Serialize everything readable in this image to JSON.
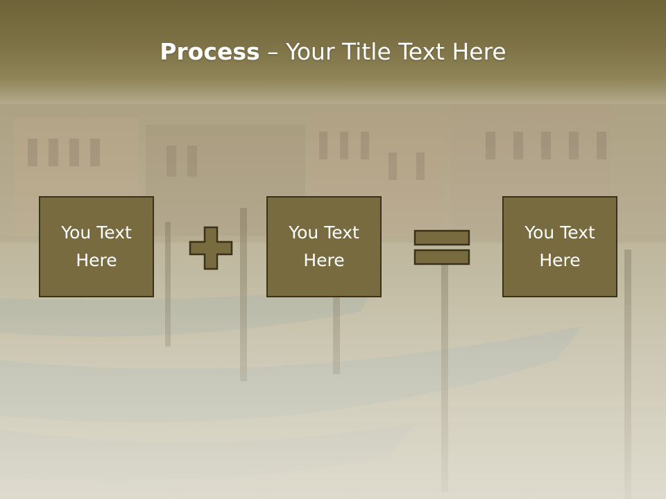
{
  "title": {
    "bold": "Process",
    "rest": " – Your Title Text Here"
  },
  "boxes": [
    {
      "text": "You Text Here"
    },
    {
      "text": "You Text Here"
    },
    {
      "text": "You Text Here"
    }
  ],
  "operators": [
    "plus-icon",
    "equals-icon"
  ],
  "colors": {
    "title_bar": "#7a6e42",
    "box_fill": "#776b3f",
    "box_border": "#3a3218",
    "text": "#ffffff"
  }
}
